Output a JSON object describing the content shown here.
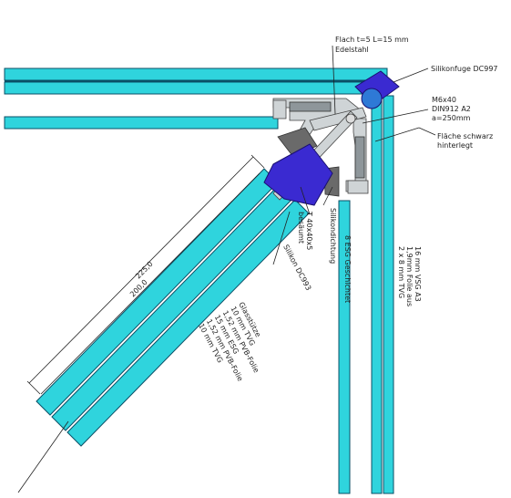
{
  "labels": {
    "flach": "Flach t=5 L=15 mm",
    "edelstahl": "Edelstahl",
    "silikonfuge": "Silikonfuge DC997",
    "screw1": "M6x40",
    "screw2": "DIN912 A2",
    "screw3": "a=250mm",
    "flaeche1": "Fläche schwarz",
    "flaeche2": "hinterlegt",
    "t_profile1": "T 40x40x5",
    "t_profile2": "besäumt",
    "silikondichtung": "Silikondichtung",
    "silikon": "Silikon DC993",
    "esg": "8 ESG Geschichtet",
    "vsg1": "16 mm VSG A3",
    "vsg2": "1,9mm Folie aus",
    "vsg3": "2 x 8 mm TVG",
    "glas1": "Glasstütze",
    "glas2": "10 mm TVG",
    "glas3": "1,52 mm PVB-Folie",
    "glas4": "15 mm ESG",
    "glas5": "1,52 mm PVB-Folie",
    "glas6": "10 mm TVG",
    "dim1": "225,0",
    "dim2": "200,0"
  }
}
